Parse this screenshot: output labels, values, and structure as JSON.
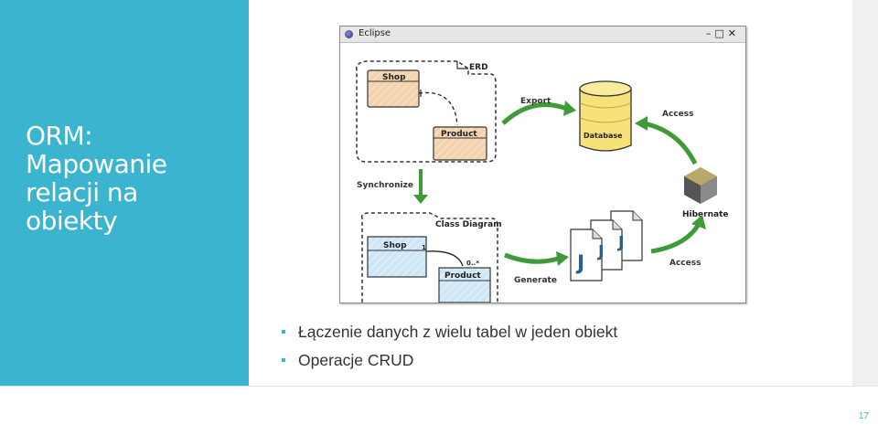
{
  "slide": {
    "title": "ORM:\nMapowanie\nrelacji na\nobiekty",
    "page_number": "17"
  },
  "bullets": [
    "Łączenie danych z wielu tabel w jeden obiekt",
    "Operacje CRUD"
  ],
  "diagram": {
    "window_title": "Eclipse",
    "window_controls": "–□✕",
    "erd_label": "ERD",
    "class_diagram_label": "Class Diagram",
    "shop_label": "Shop",
    "product_label": "Product",
    "multiplicity_one": "1",
    "multiplicity_many": "0..*",
    "export_label": "Export",
    "database_label": "Database",
    "access_top_label": "Access",
    "hibernate_label": "Hibernate",
    "synchronize_label": "Synchronize",
    "generate_label": "Generate",
    "access_bottom_label": "Access",
    "java_letter": "J"
  },
  "colors": {
    "accent": "#3ab4cf",
    "arrow_green": "#3f9b3a",
    "erd_entity_fill": "#f3d2ad",
    "class_entity_fill": "#cfe6f7",
    "database_fill": "#f7e27a"
  }
}
